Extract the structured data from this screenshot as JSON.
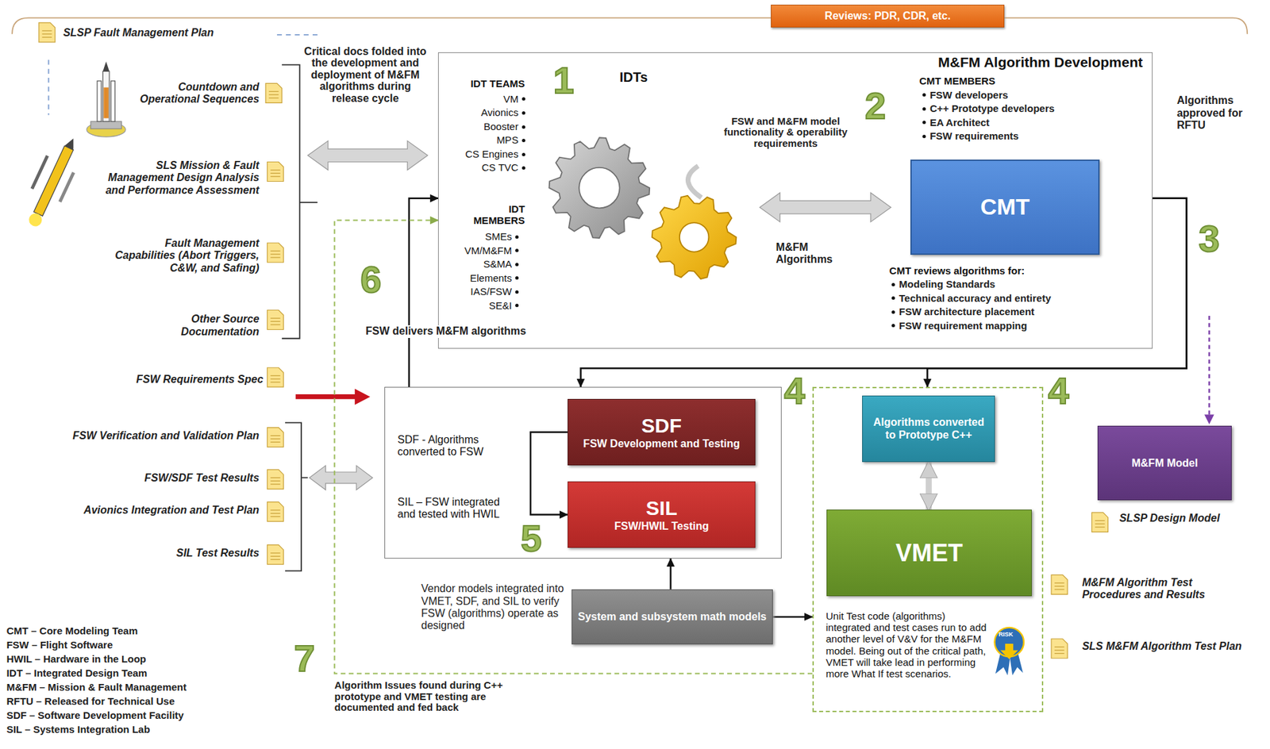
{
  "diagram": {
    "nodes": [
      {
        "text": [
          "Reviews: PDR, CDR, etc."
        ]
      },
      {
        "text": [
          "M&FM Algorithm Development"
        ]
      },
      {
        "text": [
          "CMT"
        ],
        "in": 1
      },
      {
        "text": [
          "SDF - Algorithms converted to FSW",
          "SIL – FSW integrated and tested with HWIL"
        ]
      },
      {
        "text": [
          "SDF",
          "FSW Development and Testing"
        ],
        "in": 3
      },
      {
        "text": [
          "SIL",
          "FSW/HWIL Testing"
        ],
        "in": 3
      },
      {
        "text": [
          "Unit Test code (algorithms) integrated and test cases run to add another level of V&V for the M&FM model. Being out of the critical path, VMET will take lead in performing more What If test scenarios."
        ]
      },
      {
        "text": [
          "Algorithms converted to Prototype C++"
        ],
        "in": 6
      },
      {
        "text": [
          "VMET"
        ],
        "in": 6
      },
      {
        "text": [
          "System and subsystem math models"
        ]
      },
      {
        "text": [
          "M&FM Model"
        ]
      }
    ],
    "edges": [
      {
        "from": 1,
        "to": 3,
        "arrow": "to"
      },
      {
        "from": 1,
        "to": 6,
        "arrow": "to"
      },
      {
        "from": 3,
        "to": 1,
        "arrow": "to"
      },
      {
        "from": 4,
        "to": 5,
        "arrow": "to"
      },
      {
        "from": 7,
        "to": 8,
        "arrow": "both"
      },
      {
        "from": 9,
        "to": 3,
        "arrow": "to"
      },
      {
        "from": 9,
        "to": 6,
        "arrow": "to"
      },
      {
        "from": 6,
        "to": 1,
        "arrow": "to"
      }
    ],
    "labels": [
      "SLSP Fault Management Plan",
      "Countdown and Operational Sequences",
      "SLS Mission & Fault Management Design Analysis and Performance Assessment",
      "Fault Management Capabilities (Abort Triggers, C&W, and Safing)",
      "Other Source Documentation",
      "Critical docs folded into the development and deployment of M&FM algorithms during release cycle",
      "IDT TEAMS",
      "VM",
      "Avionics",
      "Booster",
      "MPS",
      "CS Engines",
      "CS TVC",
      "IDT MEMBERS",
      "SMEs",
      "VM/M&FM",
      "S&MA",
      "Elements",
      "IAS/FSW",
      "SE&I",
      "1",
      "IDTs",
      "FSW and M&FM model functionality & operability requirements",
      "2",
      "M&FM Algorithms",
      "CMT MEMBERS",
      "FSW developers",
      "C++ Prototype developers",
      "EA Architect",
      "FSW requirements",
      "CMT reviews algorithms for:",
      "Modeling Standards",
      "Technical accuracy and entirety",
      "FSW architecture placement",
      "FSW requirement mapping",
      "FSW delivers M&FM algorithms",
      "6",
      "Algorithms approved for RFTU",
      "3",
      "FSW Requirements Spec",
      "FSW Verification and Validation Plan",
      "FSW/SDF Test Results",
      "Avionics Integration and Test Plan",
      "SIL Test Results",
      "4",
      "4",
      "5",
      "Vendor models integrated into VMET, SDF, and SIL to verify FSW (algorithms) operate as designed",
      "7",
      "Algorithm Issues found during C++ prototype and VMET testing are documented and fed back",
      "SLSP Design Model",
      "M&FM Algorithm Test Procedures and Results",
      "SLS M&FM Algorithm Test Plan",
      "RISK",
      "CMT – Core Modeling Team",
      "FSW – Flight Software",
      "HWIL – Hardware in the Loop",
      "IDT – Integrated Design Team",
      "M&FM – Mission & Fault Management",
      "RFTU – Released for Technical Use",
      "SDF – Software Development Facility",
      "SIL – Systems Integration Lab"
    ]
  }
}
